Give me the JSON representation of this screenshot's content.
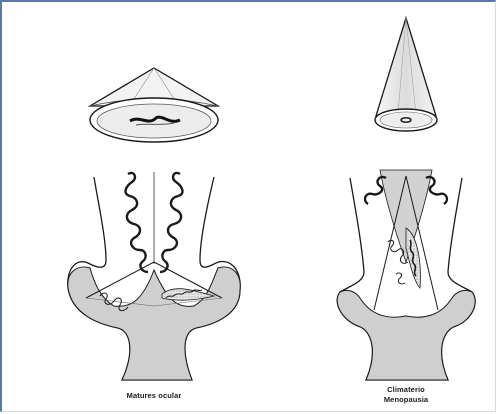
{
  "figure": {
    "colors": {
      "ink": "#1a1a1a",
      "tissue": "#cfcfcf",
      "cone_fill": "#efefef",
      "frame": "#5a79a6"
    },
    "panels": [
      {
        "id": "left",
        "caption_lines": [
          "Matures ocular"
        ]
      },
      {
        "id": "right",
        "caption_lines": [
          "Climaterio",
          "Menopausia"
        ]
      }
    ]
  }
}
